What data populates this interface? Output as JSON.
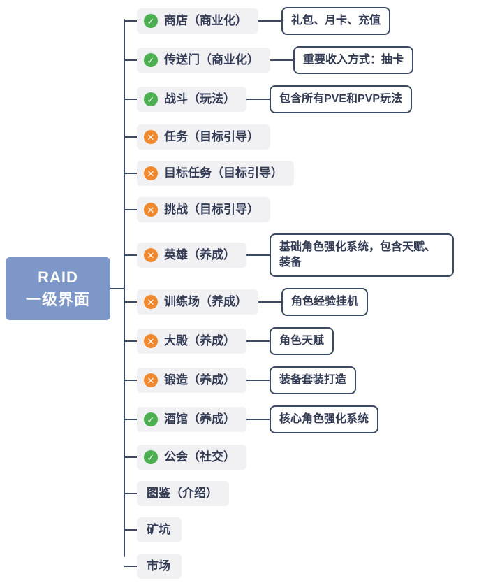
{
  "root": {
    "title": "RAID",
    "subtitle": "一级界面"
  },
  "icons": {
    "check": "✓",
    "cross": "✕"
  },
  "colors": {
    "line": "#3c4964",
    "text": "#333b54",
    "root_bg": "#7d97c9",
    "branch_bg": "#f1f1f4",
    "check": "#4caf50",
    "cross": "#f0882d"
  },
  "branches": [
    {
      "label": "商店（商业化）",
      "status": "check",
      "note": "礼包、月卡、充值"
    },
    {
      "label": "传送门（商业化）",
      "status": "check",
      "note": "重要收入方式：抽卡"
    },
    {
      "label": "战斗（玩法）",
      "status": "check",
      "note": "包含所有PVE和PVP玩法"
    },
    {
      "label": "任务（目标引导）",
      "status": "cross",
      "note": null
    },
    {
      "label": "目标任务（目标引导）",
      "status": "cross",
      "note": null
    },
    {
      "label": "挑战（目标引导）",
      "status": "cross",
      "note": null
    },
    {
      "label": "英雄（养成）",
      "status": "cross",
      "note": "基础角色强化系统，包含天赋、装备"
    },
    {
      "label": "训练场（养成）",
      "status": "cross",
      "note": "角色经验挂机"
    },
    {
      "label": "大殿（养成）",
      "status": "cross",
      "note": "角色天赋"
    },
    {
      "label": "锻造（养成）",
      "status": "cross",
      "note": "装备套装打造"
    },
    {
      "label": "酒馆（养成）",
      "status": "check",
      "note": "核心角色强化系统"
    },
    {
      "label": "公会（社交）",
      "status": "check",
      "note": null
    },
    {
      "label": "图鉴（介绍）",
      "status": "none",
      "note": null
    },
    {
      "label": "矿坑",
      "status": "none",
      "note": null
    },
    {
      "label": "市场",
      "status": "none",
      "note": null
    }
  ]
}
